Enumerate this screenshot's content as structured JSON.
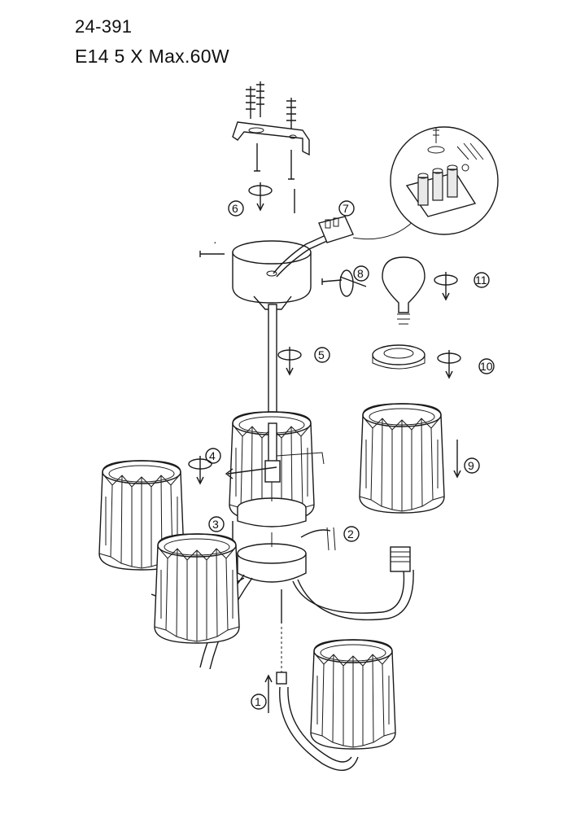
{
  "header": {
    "model": "24-391",
    "spec": "E14 5 X Max.60W"
  },
  "steps": [
    "1",
    "2",
    "3",
    "4",
    "5",
    "6",
    "7",
    "8",
    "9",
    "10",
    "11"
  ],
  "icons": [
    "shade-icon",
    "bulb-icon",
    "ceiling-canopy-icon",
    "mounting-bracket-icon",
    "terminal-block-icon",
    "rotate-arrow-icon"
  ]
}
